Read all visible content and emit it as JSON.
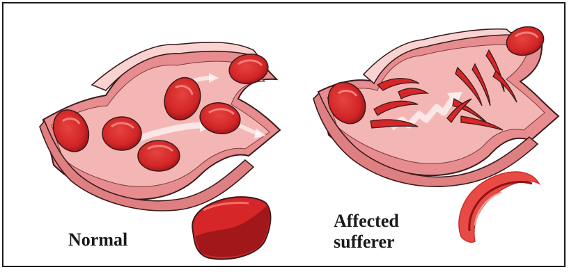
{
  "labels": {
    "normal": "Normal",
    "affected_line1": "Affected",
    "affected_line2": "sufferer"
  },
  "colors": {
    "vessel_wall": "#e78c8f",
    "vessel_inner": "#f4b6b4",
    "vessel_outline": "#3a1a1a",
    "cell_fill": "#d62628",
    "cell_dark": "#a3171a",
    "cell_highlight": "#f1716b",
    "flow_arrow": "#ffffff"
  },
  "icons": {
    "flow": "flow-arrow-icon",
    "normal_cell": "normal-red-blood-cell-icon",
    "sickle_cell": "sickle-cell-icon"
  }
}
